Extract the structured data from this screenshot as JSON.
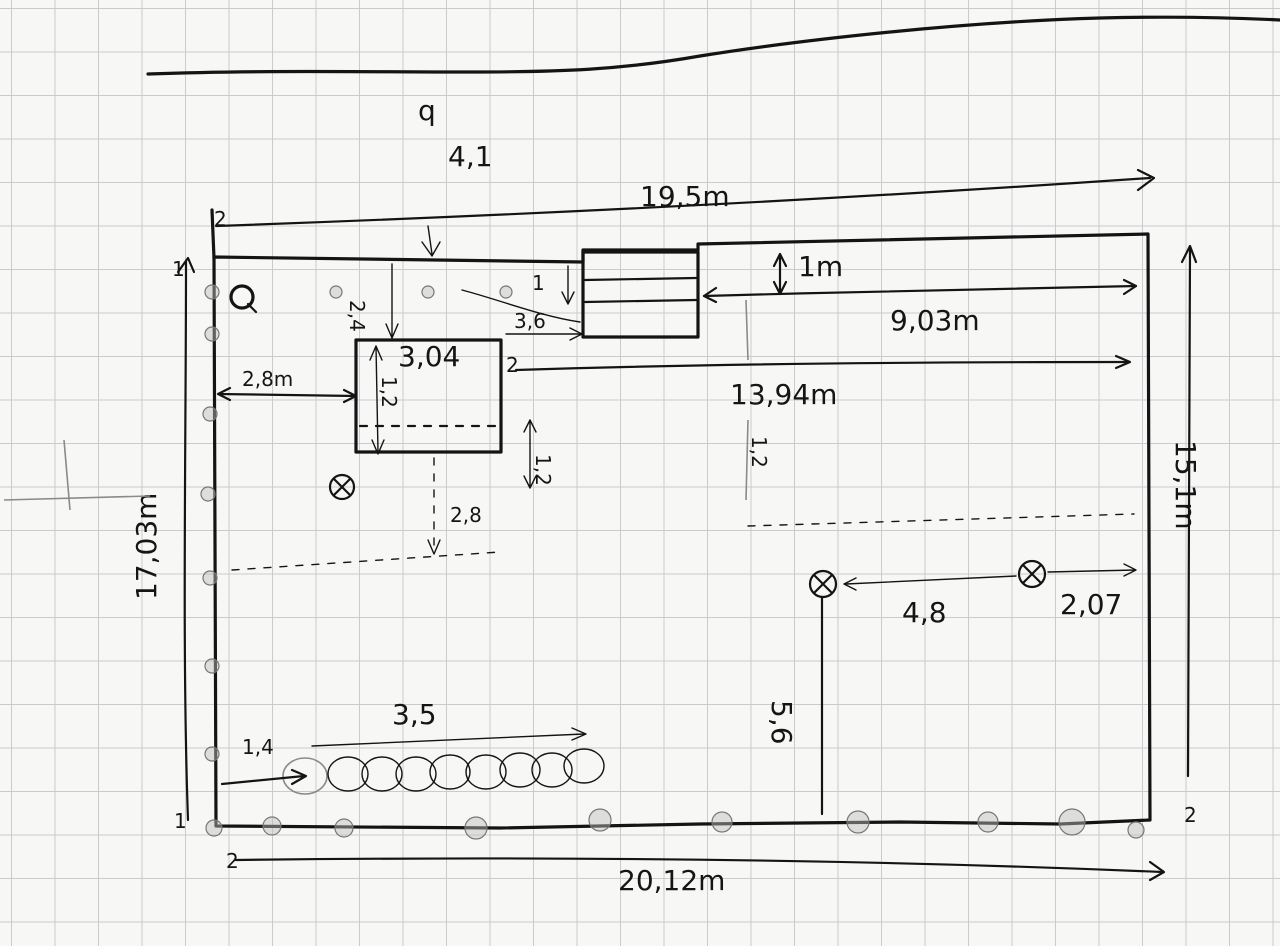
{
  "labels": {
    "north_mark": "q",
    "top_offset": "4,1",
    "top_width": "19,5m",
    "left_height": "17,03m",
    "right_height": "15,1m",
    "bottom_width": "20,12m",
    "strip_height": "1m",
    "strip_run": "9,03m",
    "strip_small": "1",
    "gap_3_6": "3,6",
    "box_top_gap": "2,4",
    "box_width": "3,04",
    "box_height": "1,2",
    "box_left": "2,8m",
    "box_right_run": "13,94m",
    "box_right_small": "1,2",
    "box_below": "2,8",
    "mid_vertical": "1,2",
    "lights_gap": "4,8",
    "light_right": "2,07",
    "light_down": "5,6",
    "row_length": "3,5",
    "row_offset": "1,4",
    "corner_a": "2",
    "corner_b": "1",
    "corner_c": "2",
    "corner_d": "1",
    "corner_e": "2"
  }
}
